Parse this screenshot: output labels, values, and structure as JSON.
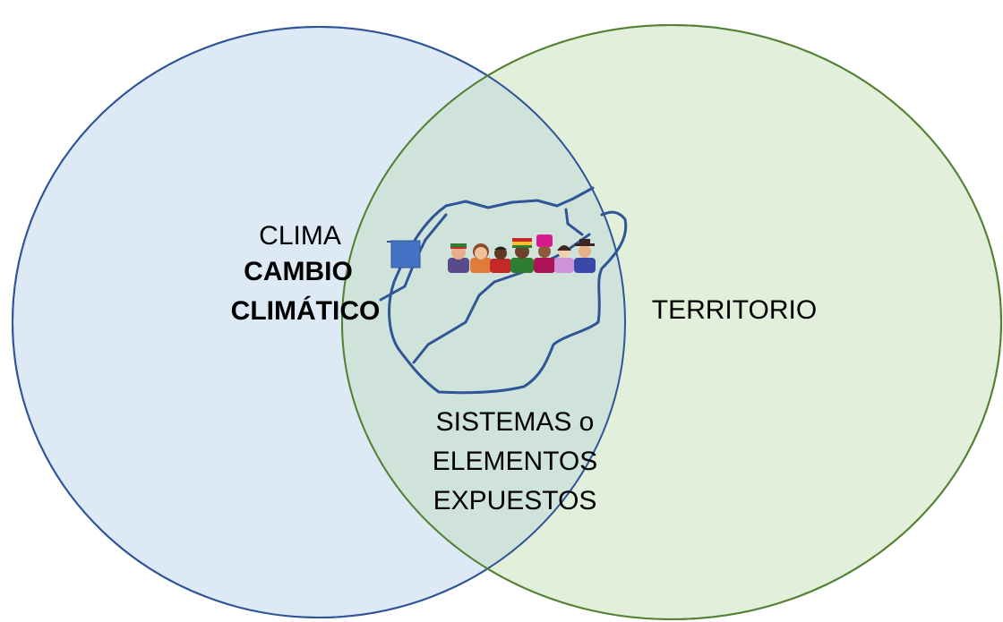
{
  "colors": {
    "circle_left_fill": "#dde9f5",
    "circle_left_stroke": "#2f5597",
    "circle_right_fill": "#e2efda",
    "circle_right_stroke": "#548235",
    "overlap_fill": "#d0e3db",
    "river": "#2f5597",
    "square": "#4472c4"
  },
  "labels": {
    "clima": "CLIMA",
    "cambio": "CAMBIO",
    "climatico": "CLIMÁTICO",
    "territorio": "TERRITORIO",
    "sistemas": "SISTEMAS o",
    "elementos": "ELEMENTOS",
    "expuestos": "EXPUESTOS"
  },
  "icons": {
    "people": "diverse-people-group-icon",
    "river": "river-network-icon",
    "square": "blue-square-icon"
  }
}
